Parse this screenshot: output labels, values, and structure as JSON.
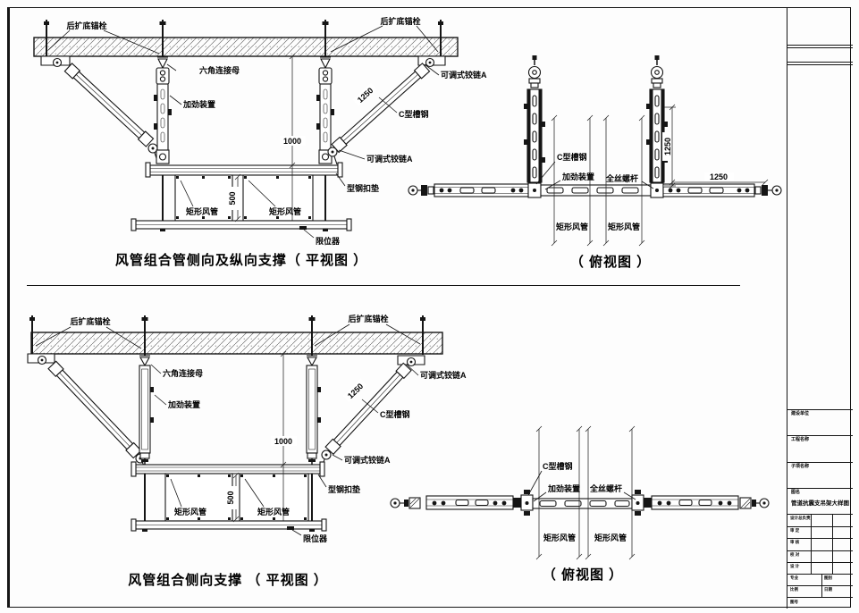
{
  "sheet": {
    "background": "#ffffff",
    "line_color": "#151515"
  },
  "panel1": {
    "caption": "风管组合管侧向及纵向支撑（ 平视图 ）",
    "labels": {
      "anchor_left": "后扩底锚栓",
      "anchor_right": "后扩底锚栓",
      "hex_nut": "六角连接母",
      "stiffener": "加劲装置",
      "hinge_top": "可调式铰链A",
      "hinge_bottom": "可调式铰链A",
      "c_channel": "C型槽钢",
      "steel_pad": "型钢扣垫",
      "duct_left": "矩形风管",
      "duct_right": "矩形风管",
      "limiter": "限位器"
    },
    "dims": {
      "brace": "1250",
      "height": "1000",
      "duct": "500"
    }
  },
  "panel2": {
    "caption": "（ 俯视图 ）",
    "labels": {
      "c_channel": "C型槽钢",
      "stiffener": "加劲装置",
      "threaded_rod": "全丝螺杆",
      "duct_left": "矩形风管",
      "duct_right": "矩形风管"
    },
    "dims": {
      "height": "1250",
      "width": "1250"
    }
  },
  "panel3": {
    "caption": "风管组合侧向支撑 （ 平视图 ）",
    "labels": {
      "anchor_left": "后扩底锚栓",
      "anchor_right": "后扩底锚栓",
      "hex_nut": "六角连接母",
      "stiffener": "加劲装置",
      "hinge_top": "可调式铰链A",
      "hinge_bottom": "可调式铰链A",
      "c_channel": "C型槽钢",
      "steel_pad": "型钢扣垫",
      "duct_left": "矩形风管",
      "duct_right": "矩形风管",
      "limiter": "限位器"
    },
    "dims": {
      "brace": "1250",
      "height": "1000",
      "duct": "500"
    }
  },
  "panel4": {
    "caption": "（ 俯视图 ）",
    "labels": {
      "c_channel": "C型槽钢",
      "stiffener": "加劲装置",
      "threaded_rod": "全丝螺杆",
      "duct_left": "矩形风管",
      "duct_right": "矩形风管"
    }
  },
  "title_block": {
    "fields": [
      {
        "label": "建设单位"
      },
      {
        "label": "工程名称"
      },
      {
        "label": "子项名称"
      },
      {
        "label": "图名"
      }
    ],
    "drawing_title": "管道抗震支吊架大样图",
    "grid": {
      "r1": "设计总负责",
      "r2": "审 定",
      "r3": "审 核",
      "r4": "校 对",
      "r5": "设 计",
      "r6a": "专业",
      "r6b": "图别",
      "r7a": "比例",
      "r7b": "日期",
      "r8": "图号"
    }
  }
}
